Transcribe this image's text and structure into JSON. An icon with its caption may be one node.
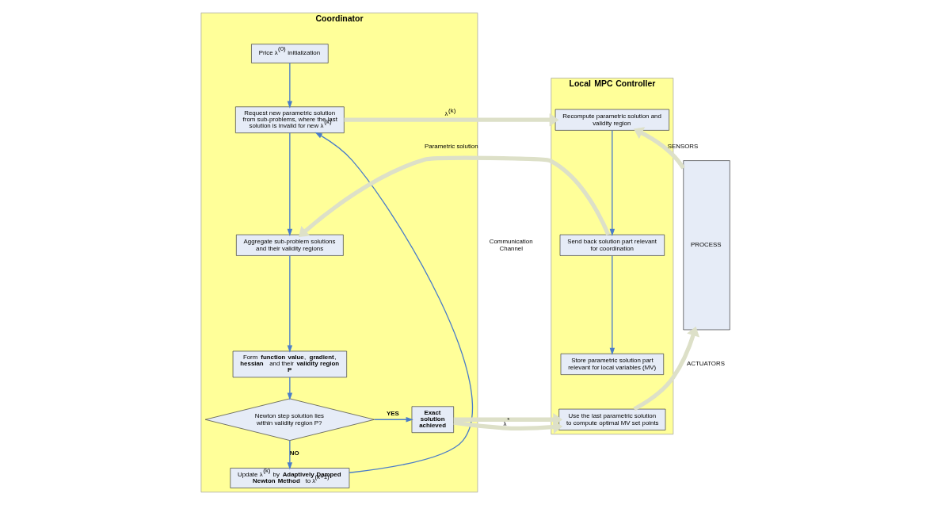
{
  "diagram": {
    "nodes": [
      {
        "text": [
          "Coordinator"
        ]
      },
      {
        "text": [
          "Price λ$^{(0)}$ initialization"
        ],
        "in": 0
      },
      {
        "text": [
          "Request new parametric solution from sub-problems, where the last solution is invalid for new λ$^{(k)}$"
        ],
        "in": 0
      },
      {
        "text": [
          "Aggregate sub-problem solutions and their validity regions"
        ],
        "in": 0
      },
      {
        "text": [
          "Form **function value**, **gradient**, **hessian** and their **validity region P**"
        ],
        "in": 0
      },
      {
        "text": [
          "Newton step solution lies within validity region P?"
        ],
        "in": 0
      },
      {
        "text": [
          "Update λ$^{(k)}$ by **Adaptively Damped Newton Method** to λ$^{(k+1)}$"
        ],
        "in": 0
      },
      {
        "text": [
          "**Exact solution achieved**"
        ],
        "in": 0
      },
      {
        "text": [
          "Communication Channel"
        ]
      },
      {
        "text": [
          "Local MPC Controller"
        ]
      },
      {
        "text": [
          "Recompute parametric solution and validity region"
        ],
        "in": 9
      },
      {
        "text": [
          "Send back solution part relevant for coordination"
        ],
        "in": 9
      },
      {
        "text": [
          "Store parametric solution part relevant for local variables (MV)"
        ],
        "in": 9
      },
      {
        "text": [
          "Use the last parametric solution to compute optimal MV set points"
        ],
        "in": 9
      },
      {
        "text": [
          "PROCESS"
        ]
      }
    ],
    "edges": [
      {
        "from": 1,
        "to": 2,
        "arrow": "to"
      },
      {
        "from": 2,
        "to": 3,
        "arrow": "to"
      },
      {
        "from": 3,
        "to": 4,
        "arrow": "to"
      },
      {
        "from": 4,
        "to": 5,
        "arrow": "to"
      },
      {
        "from": 5,
        "to": 7,
        "arrow": "to",
        "label": "**YES**"
      },
      {
        "from": 5,
        "to": 6,
        "arrow": "to",
        "label": "**NO**"
      },
      {
        "from": 6,
        "to": 2,
        "arrow": "to"
      },
      {
        "from": 2,
        "to": 10,
        "arrow": "to",
        "label": "λ$^{(k)}$",
        "style": "thick",
        "color": "#dde0c8"
      },
      {
        "from": 10,
        "to": 11,
        "arrow": "to"
      },
      {
        "from": 11,
        "to": 12,
        "arrow": "to"
      },
      {
        "from": 11,
        "to": 3,
        "arrow": "to",
        "label": "Parametric solution",
        "style": "thick",
        "color": "#dde0c8"
      },
      {
        "from": 7,
        "to": 13,
        "arrow": "to",
        "label": "λ$^{*}$",
        "style": "thick",
        "color": "#dde0c8"
      },
      {
        "from": 14,
        "to": 10,
        "arrow": "to",
        "label": "SENSORS",
        "style": "thick",
        "color": "#dde0c8"
      },
      {
        "from": 13,
        "to": 14,
        "arrow": "to",
        "label": "ACTUATORS",
        "style": "thick",
        "color": "#dde0c8"
      }
    ]
  }
}
